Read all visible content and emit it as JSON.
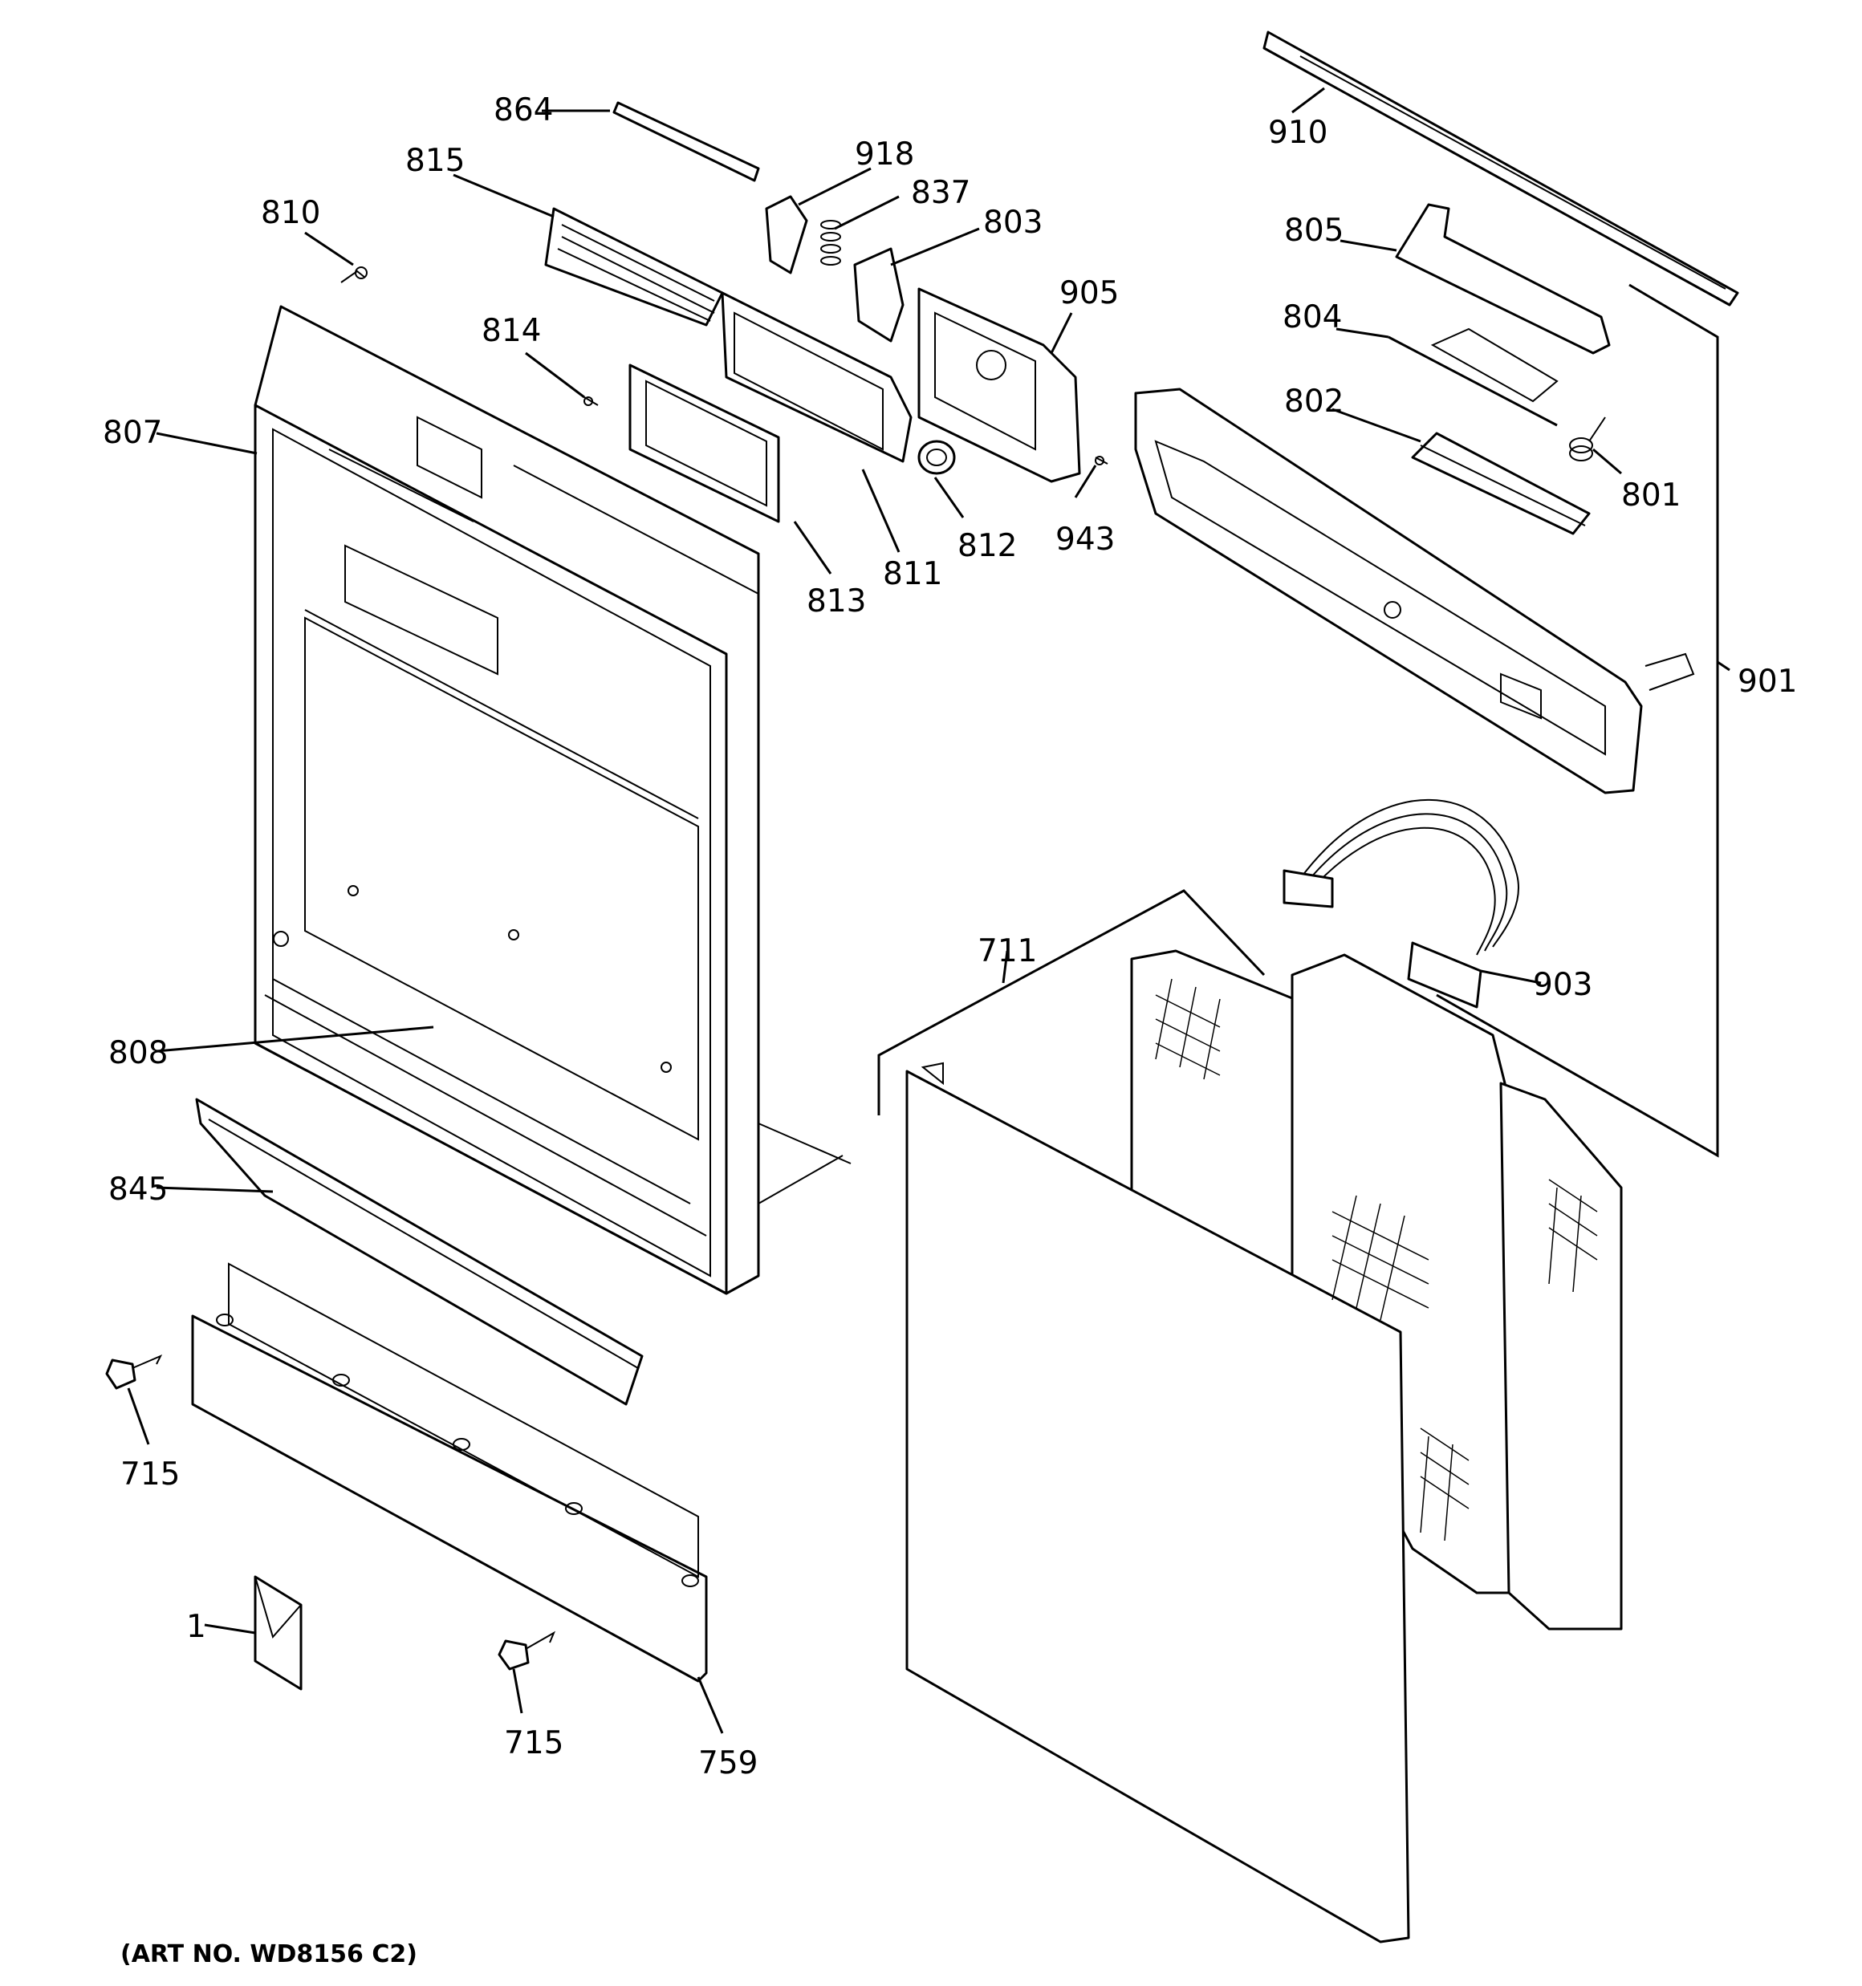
{
  "labels": {
    "p864": "864",
    "p918": "918",
    "p815": "815",
    "p837": "837",
    "p810": "810",
    "p803": "803",
    "p905": "905",
    "p814": "814",
    "p807": "807",
    "p813": "813",
    "p811": "811",
    "p812": "812",
    "p943": "943",
    "p910": "910",
    "p805": "805",
    "p804": "804",
    "p802": "802",
    "p801": "801",
    "p901": "901",
    "p903": "903",
    "p711": "711",
    "p808": "808",
    "p845": "845",
    "p715a": "715",
    "p715b": "715",
    "p1": "1",
    "p759": "759"
  },
  "art_number": "(ART NO. WD8156 C2)"
}
